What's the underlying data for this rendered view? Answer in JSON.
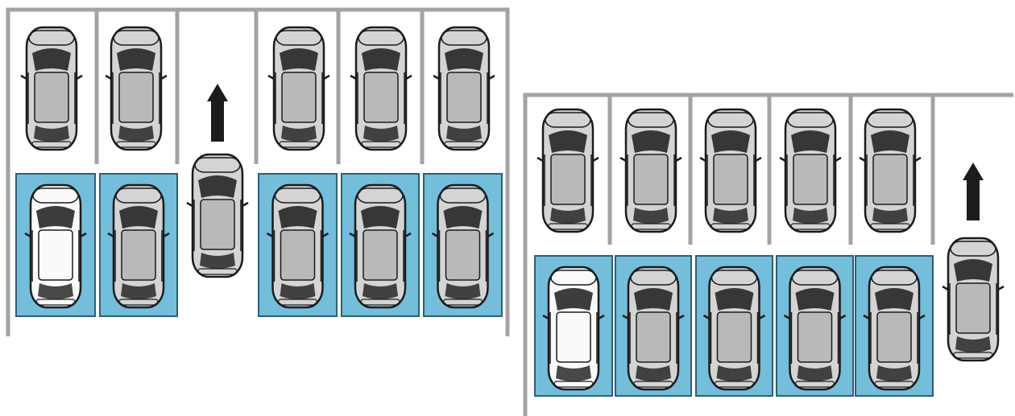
{
  "colors": {
    "background": "#ffffff",
    "wall": "#a3a3a3",
    "platform": "#72bedb",
    "platform_border": "#2c5f74",
    "car_body": "#d4d4d4",
    "car_dark": "#1b1b1b",
    "car_window": "#b9b9b9",
    "white_car_body": "#fafafa",
    "arrow": "#1c1c1c"
  },
  "icons": [
    "car-icon",
    "up-arrow-icon"
  ],
  "diagrams": [
    {
      "name": "left-parking-layout",
      "top_row": [
        "car",
        "car",
        "empty",
        "car",
        "car",
        "car"
      ],
      "bottom_row": [
        "platform-car",
        "platform-car",
        "driving-car",
        "platform-car",
        "platform-car",
        "platform-car"
      ]
    },
    {
      "name": "right-parking-layout",
      "top_row": [
        "car",
        "car",
        "car",
        "car",
        "car",
        "empty"
      ],
      "bottom_row": [
        "platform-car",
        "platform-car",
        "platform-car",
        "platform-car",
        "platform-car",
        "driving-car"
      ]
    }
  ]
}
